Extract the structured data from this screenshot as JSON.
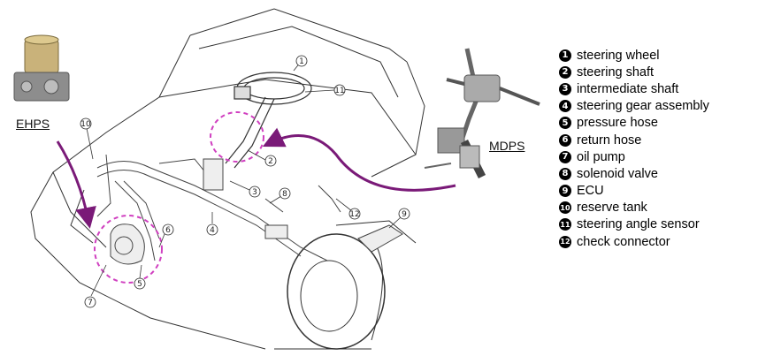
{
  "labels": {
    "ehps": "EHPS",
    "mdps": "MDPS"
  },
  "colors": {
    "arrow": "#7a1a78",
    "highlight_circle": "#d040c0",
    "ink": "#222222"
  },
  "callouts": [
    "1",
    "2",
    "3",
    "4",
    "5",
    "6",
    "7",
    "8",
    "9",
    "10",
    "11",
    "12"
  ],
  "legend": [
    {
      "num": "1",
      "text": "steering wheel"
    },
    {
      "num": "2",
      "text": "steering shaft"
    },
    {
      "num": "3",
      "text": "intermediate shaft"
    },
    {
      "num": "4",
      "text": "steering gear assembly"
    },
    {
      "num": "5",
      "text": "pressure hose"
    },
    {
      "num": "6",
      "text": "return hose"
    },
    {
      "num": "7",
      "text": "oil pump"
    },
    {
      "num": "8",
      "text": "solenoid valve"
    },
    {
      "num": "9",
      "text": "ECU"
    },
    {
      "num": "10",
      "text": "reserve tank"
    },
    {
      "num": "11",
      "text": "steering angle sensor"
    },
    {
      "num": "12",
      "text": "check connector"
    }
  ]
}
